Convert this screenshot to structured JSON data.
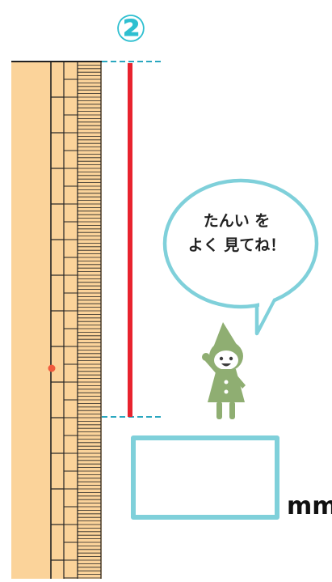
{
  "problem_number": "②",
  "speech_bubble": {
    "line1": "たんい を",
    "line2": "よく 見てね！"
  },
  "answer": {
    "value": "",
    "unit": "mm"
  },
  "colors": {
    "ruler_fill": "#fbd39a",
    "measured_line": "#e8232e",
    "guide_dash": "#2aa7bf",
    "answer_box_border": "#7fd0da",
    "number_label": "#2ebfd0",
    "character": "#8fae72",
    "red_dot": "#f05a3c"
  },
  "icons": [
    "elf-character-icon",
    "speech-bubble"
  ]
}
